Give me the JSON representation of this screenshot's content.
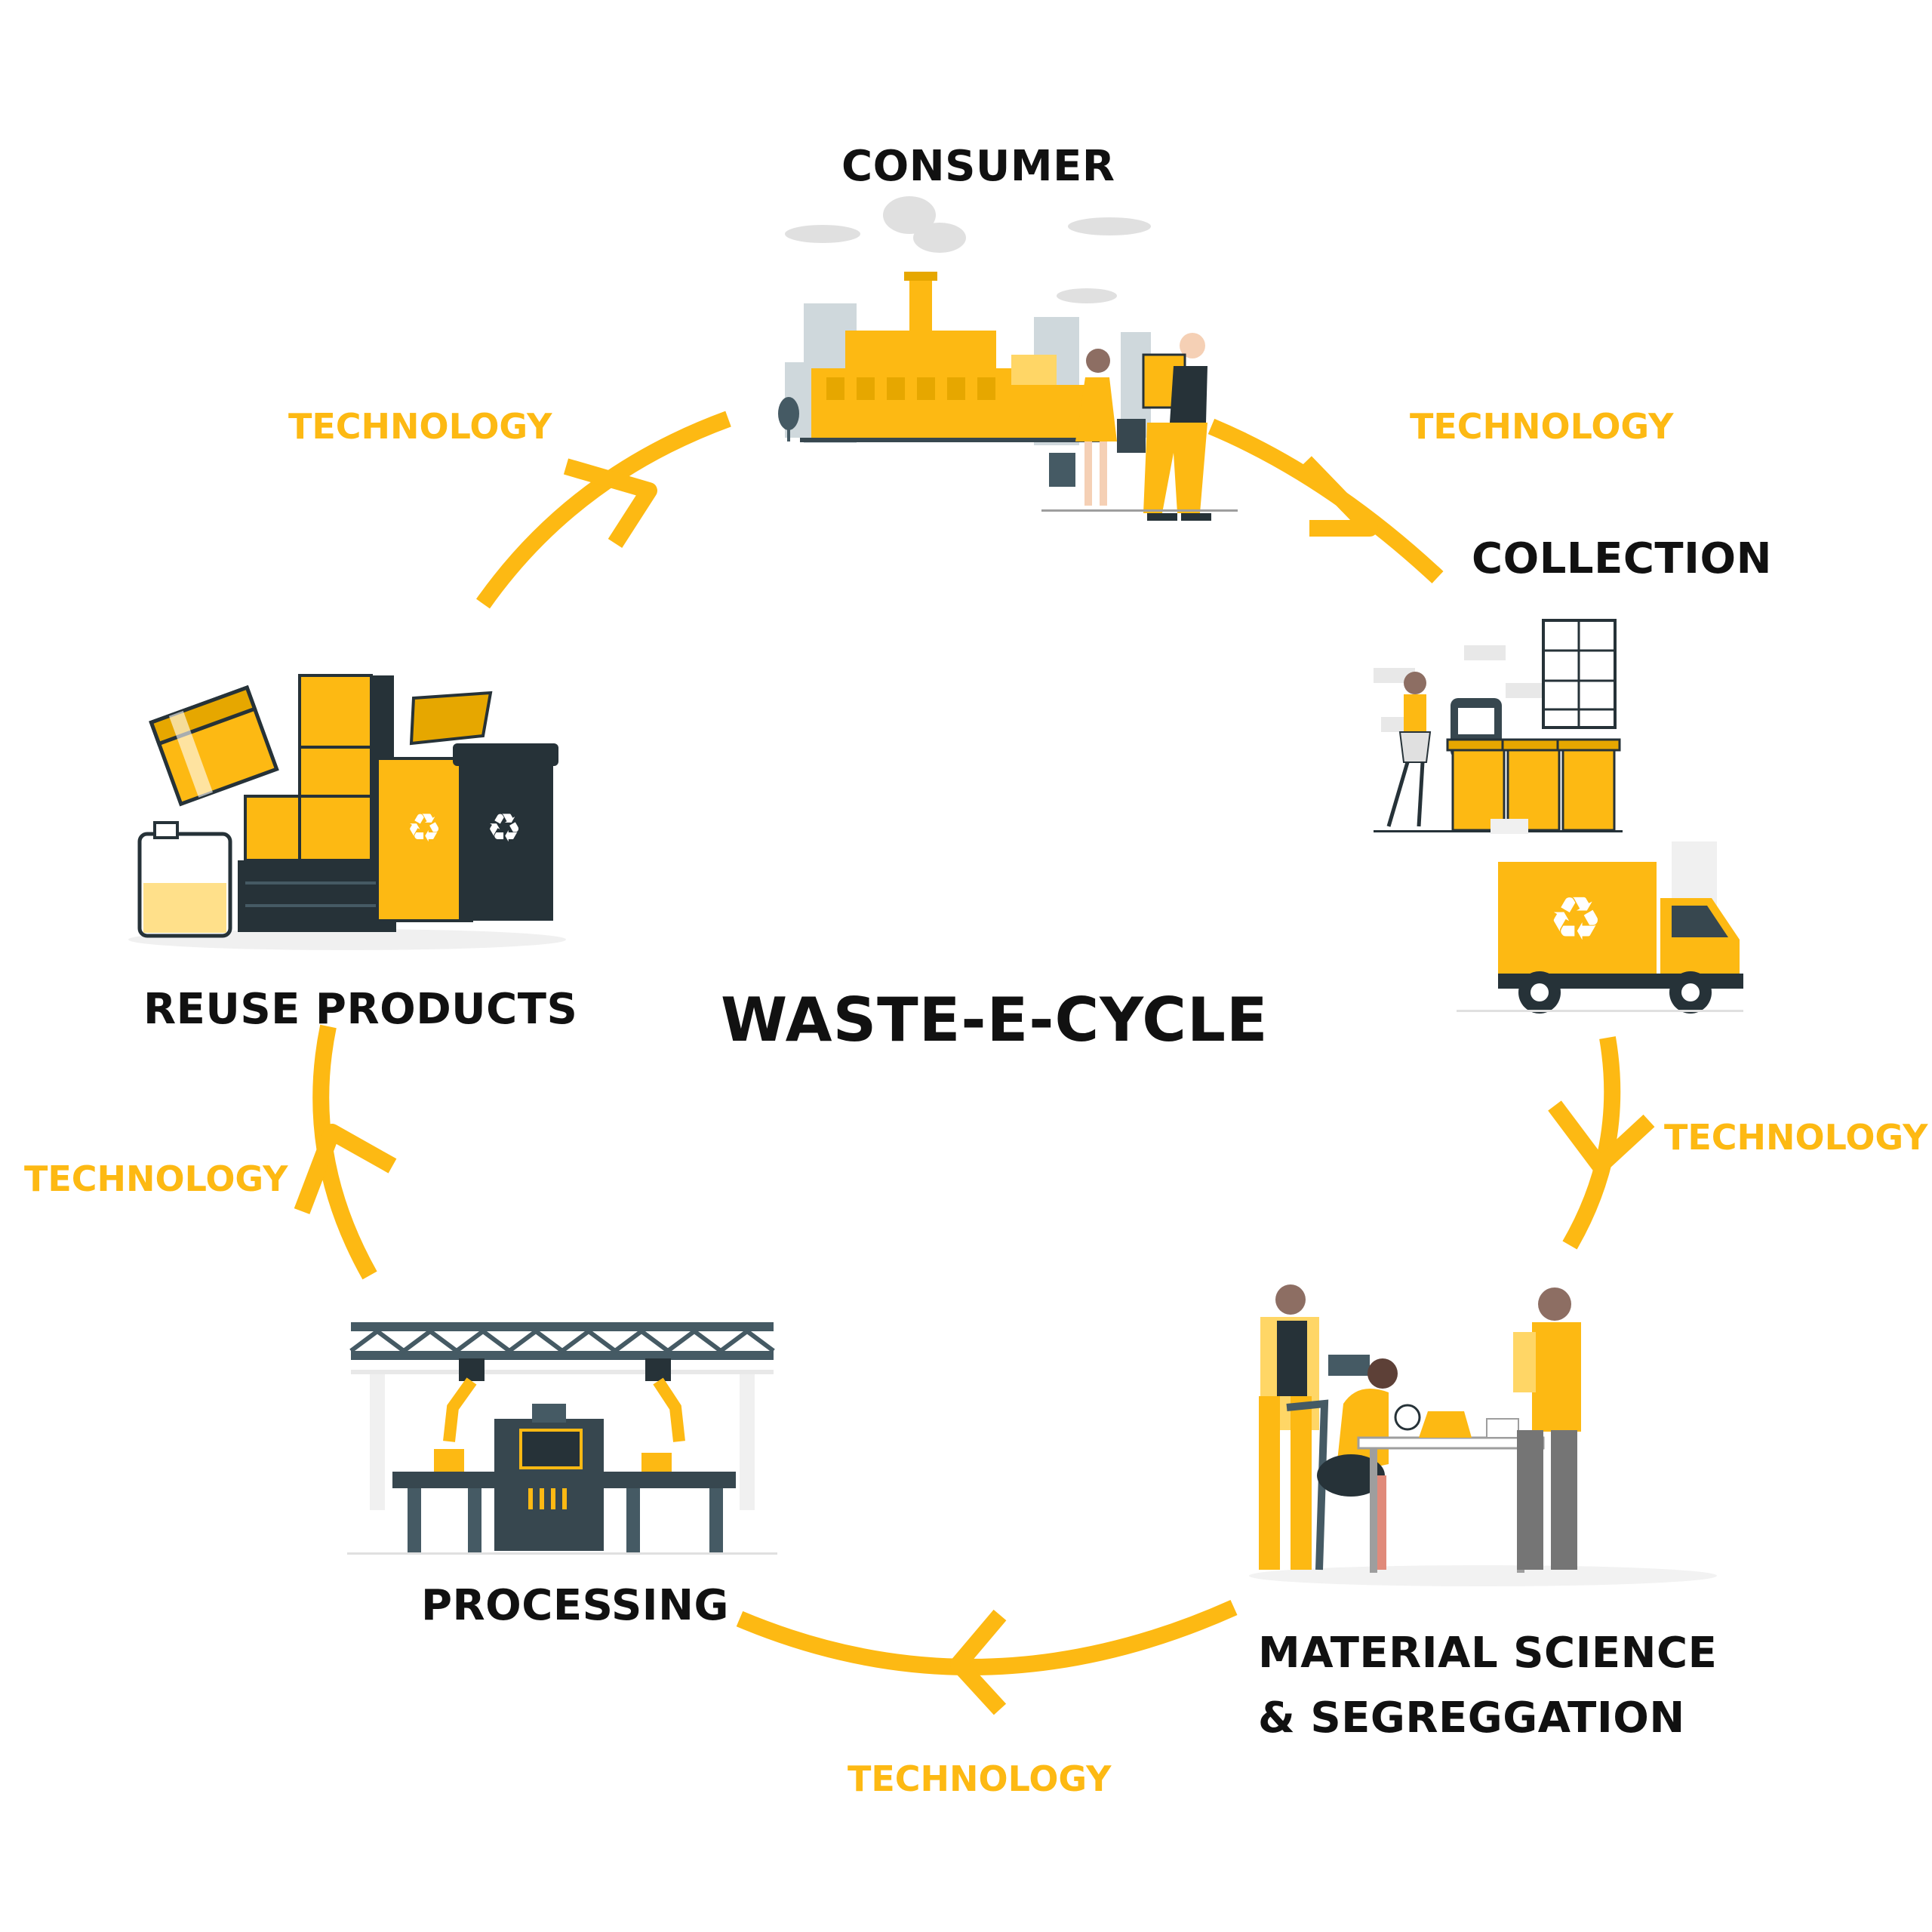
{
  "title": "WASTE-E-CYCLE",
  "stages": {
    "consumer": "CONSUMER",
    "collection": "COLLECTION",
    "material_science_line1": "MATERIAL SCIENCE",
    "material_science_line2": "& SEGREGGATION",
    "processing": "PROCESSING",
    "reuse": "REUSE PRODUCTS"
  },
  "connector_label": "TECHNOLOGY",
  "colors": {
    "accent": "#FDB913",
    "accent_light": "#FFD666",
    "dark": "#263238",
    "gray": "#9E9E9E",
    "light_gray": "#E0E0E0",
    "text": "#111111"
  },
  "icons": {
    "consumer": "factory-shoppers-illustration",
    "collection": "recycling-bins-and-truck-illustration",
    "material_science": "lab-scientists-illustration",
    "processing": "robotic-assembly-line-illustration",
    "reuse": "boxes-and-recycle-bins-illustration"
  }
}
